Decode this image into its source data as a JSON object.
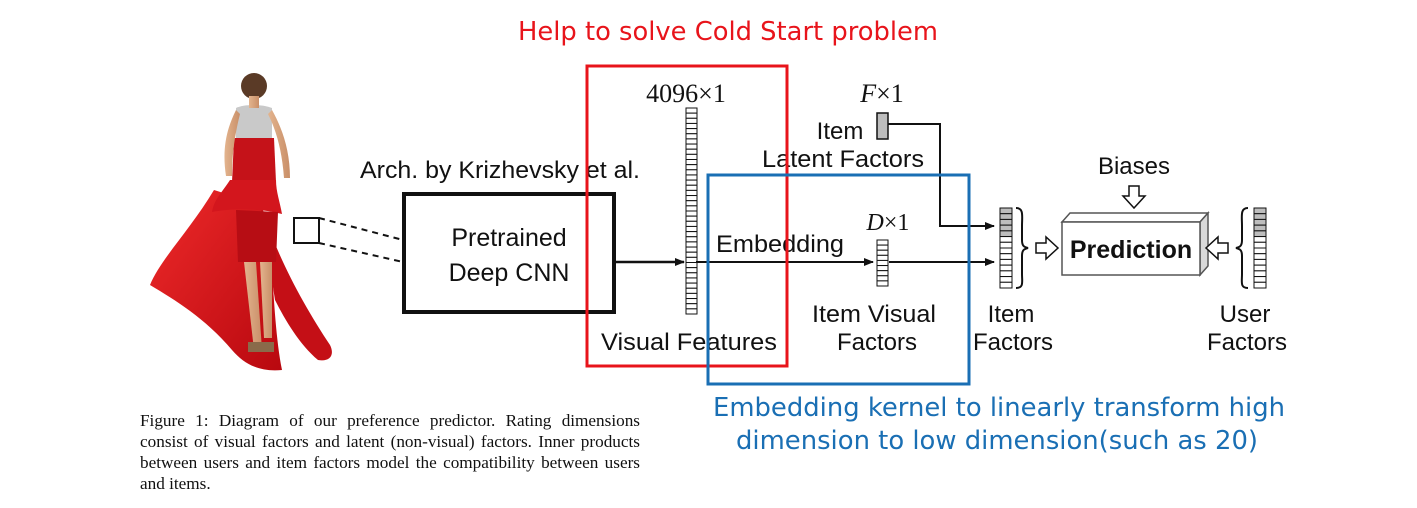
{
  "annotations": {
    "top": "Help to solve Cold Start problem",
    "bottom_line1": "Embedding kernel to linearly transform high",
    "bottom_line2": "dimension to low dimension(such as 20)",
    "top_color": "#e8141b",
    "bottom_color": "#1a6fb4"
  },
  "diagram": {
    "arch_label": "Arch. by Krizhevsky et al.",
    "cnn_line1": "Pretrained",
    "cnn_line2": "Deep CNN",
    "dim_visual": "4096×1",
    "dim_latent_var": "F",
    "dim_latent_rest": "×1",
    "dim_embed_var": "D",
    "dim_embed_rest": "×1",
    "item_latent_line1": "Item",
    "item_latent_line2": "Latent Factors",
    "embedding": "Embedding",
    "visual_features": "Visual Features",
    "item_visual_line1": "Item Visual",
    "item_visual_line2": "Factors",
    "item_factors_line1": "Item",
    "item_factors_line2": "Factors",
    "biases": "Biases",
    "prediction": "Prediction",
    "user_factors_line1": "User",
    "user_factors_line2": "Factors",
    "dress_color": "#d8141c"
  },
  "caption": "Figure 1: Diagram of our preference predictor. Rating dimensions consist of visual factors and latent (non-visual) factors. Inner products between users and item factors model the compatibility between users and items."
}
